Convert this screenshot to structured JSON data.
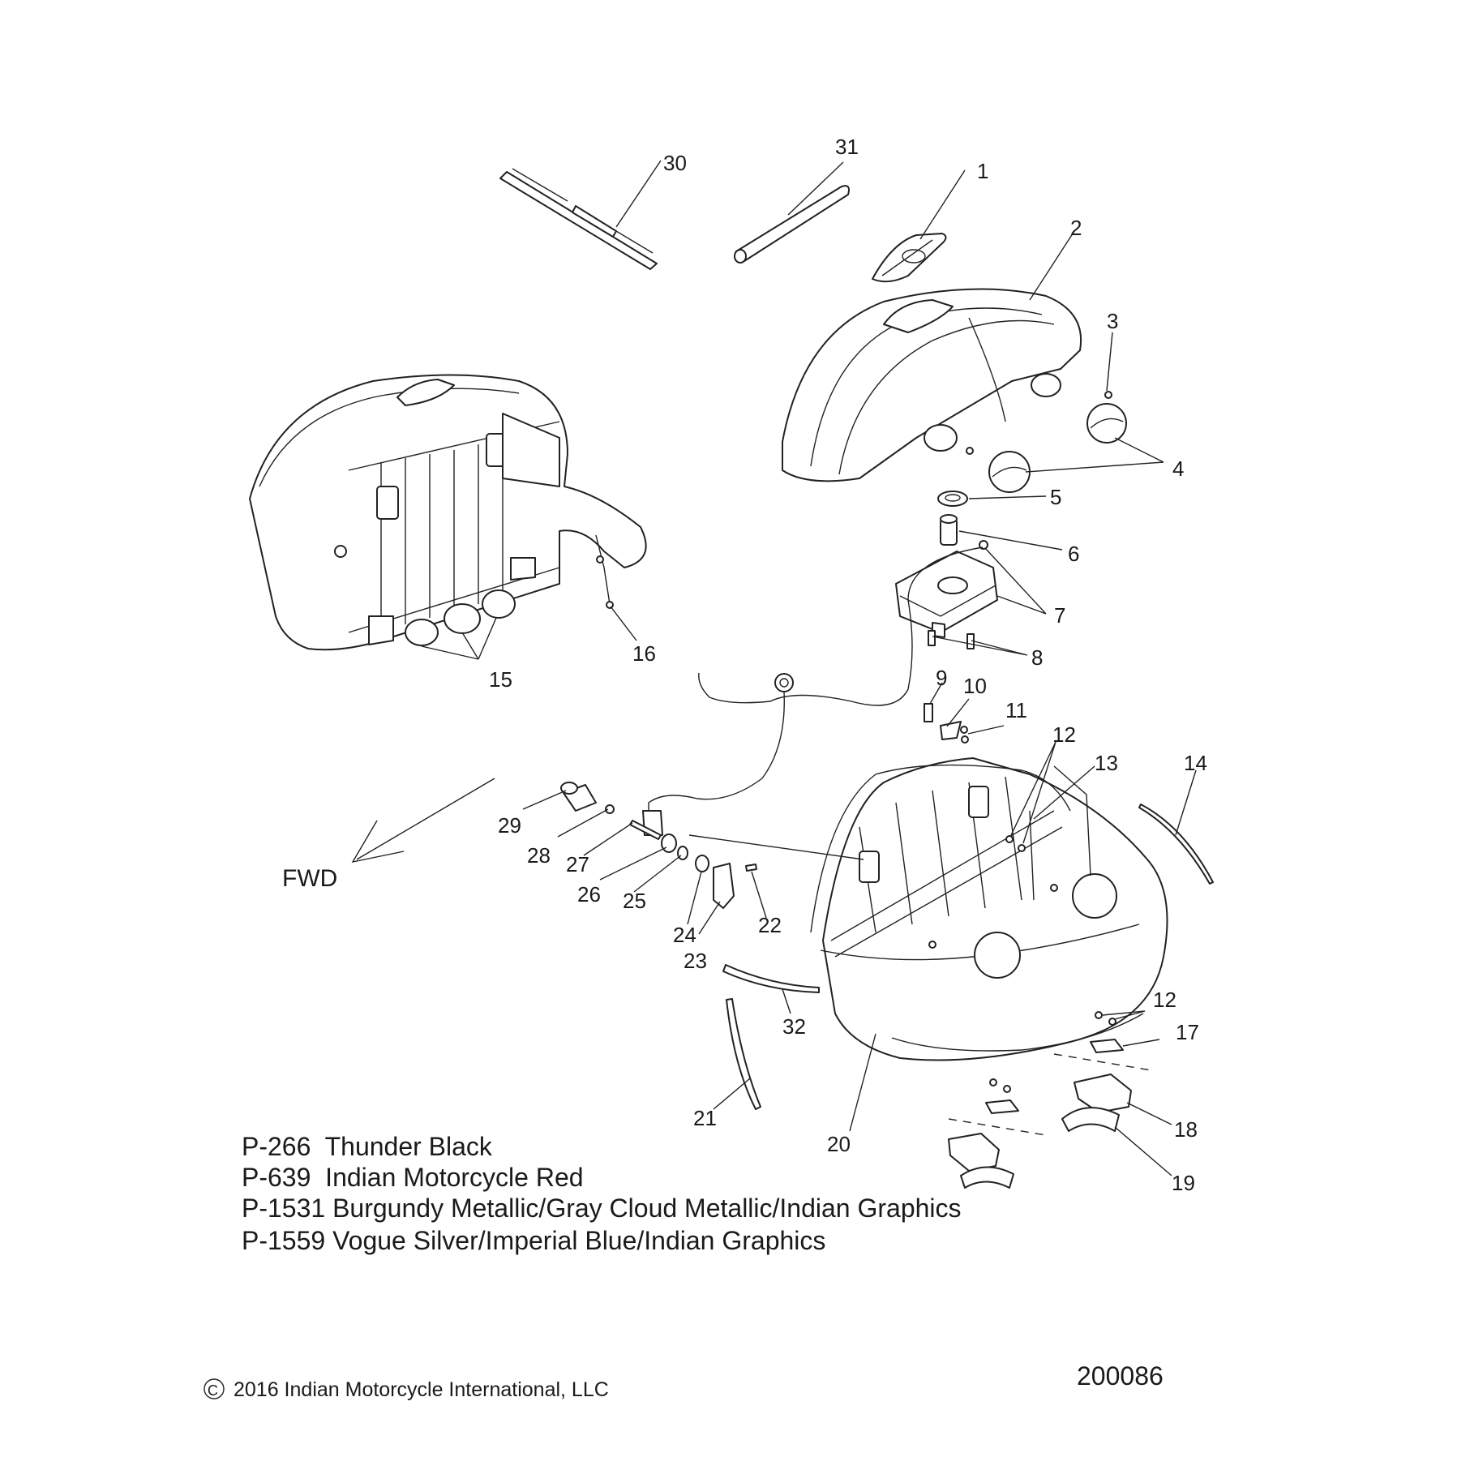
{
  "callouts": {
    "c1": "1",
    "c2": "2",
    "c3": "3",
    "c4": "4",
    "c5": "5",
    "c6": "6",
    "c7": "7",
    "c8": "8",
    "c9": "9",
    "c10": "10",
    "c11": "11",
    "c12a": "12",
    "c12b": "12",
    "c13": "13",
    "c14": "14",
    "c15": "15",
    "c16": "16",
    "c17": "17",
    "c18": "18",
    "c19": "19",
    "c20": "20",
    "c21": "21",
    "c22": "22",
    "c23": "23",
    "c24": "24",
    "c25": "25",
    "c26": "26",
    "c27": "27",
    "c28": "28",
    "c29": "29",
    "c30": "30",
    "c31": "31",
    "c32": "32"
  },
  "direction_label": "FWD",
  "paint_codes": [
    "P-266  Thunder Black",
    "P-639  Indian Motorcycle Red",
    "P-1531 Burgundy Metallic/Gray Cloud Metallic/Indian Graphics",
    "P-1559 Vogue Silver/Imperial Blue/Indian Graphics"
  ],
  "copyright": "2016 Indian Motorcycle International, LLC",
  "copyright_symbol": "C",
  "drawing_number": "200086"
}
